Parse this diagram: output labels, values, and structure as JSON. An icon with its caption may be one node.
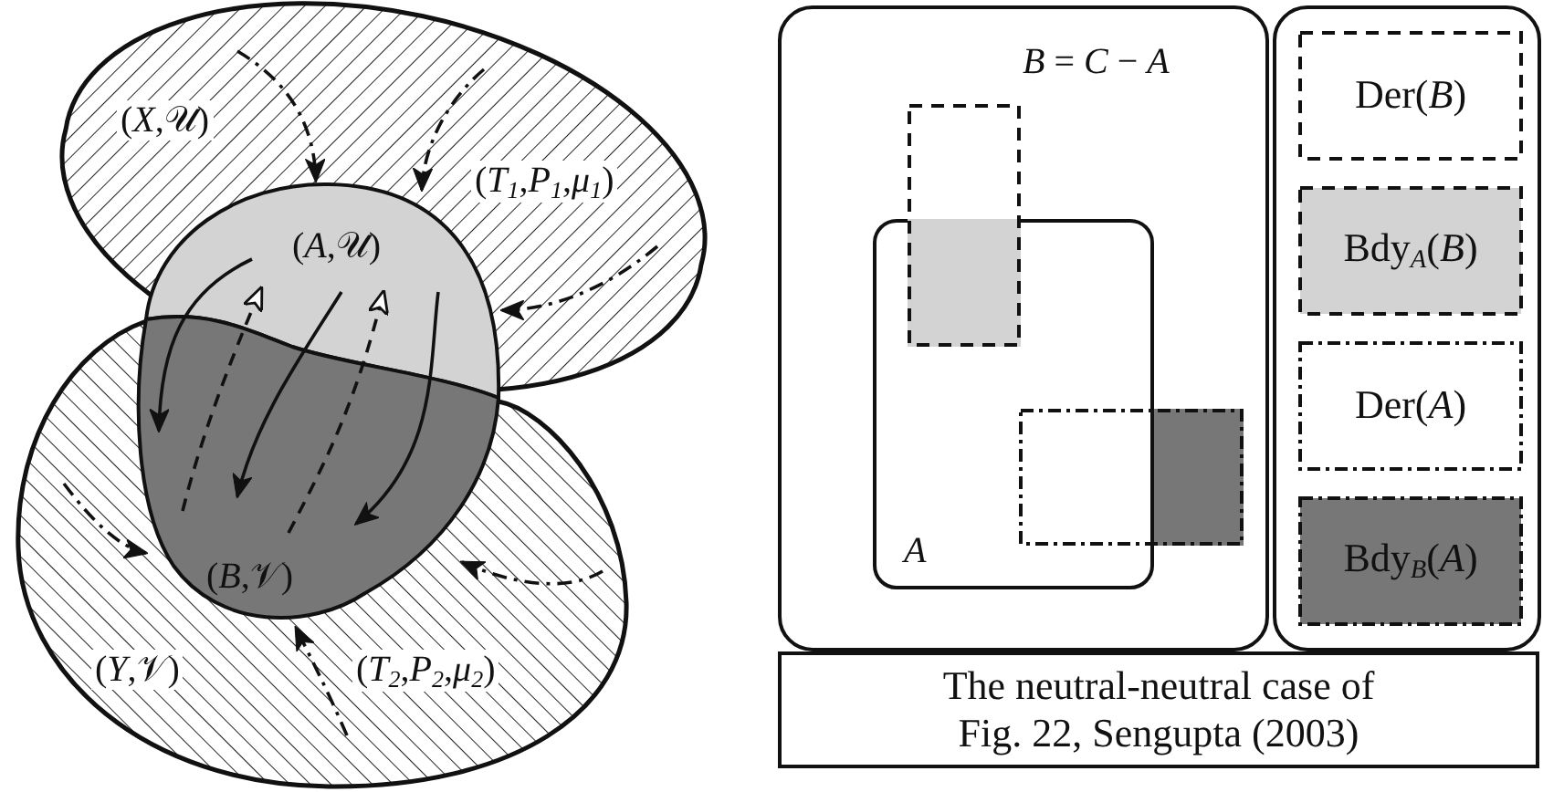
{
  "diagram": {
    "nodes": [
      {
        "text": [
          "(*X*,𝒰)",
          "(*T*$_{1}$,*P*$_{1}$,*μ*$_{1}$)"
        ]
      },
      {
        "text": [
          "(*A*,𝒰)"
        ],
        "in": 0
      },
      {
        "text": [
          "(*B*,𝒱)"
        ],
        "in": 3
      },
      {
        "text": [
          "(*Y*,𝒱)",
          "(*T*$_{2}$,*P*$_{2}$,*μ*$_{2}$)"
        ]
      },
      {
        "text": [
          "*B* = *C* − *A*"
        ]
      },
      {
        "text": [
          "A"
        ],
        "in": 4
      },
      {
        "text": [],
        "shape": "box",
        "in": 4
      },
      {
        "text": [],
        "shape": "box",
        "in": 4
      },
      {
        "text": [],
        "shape": "box"
      },
      {
        "text": [
          "Der(*B*)"
        ],
        "in": 8
      },
      {
        "text": [
          "Bdy$_{A}$(*B*)"
        ],
        "in": 8
      },
      {
        "text": [
          "Der(*A*)"
        ],
        "in": 8
      },
      {
        "text": [
          "Bdy$_{B}$(*A*)"
        ],
        "in": 8
      },
      {
        "text": [
          "The neutral-neutral case of Fig. 22, Sengupta (2003)"
        ]
      }
    ],
    "edges": [
      {
        "from": 0,
        "to": 1,
        "arrow": "to",
        "style": "dashed"
      },
      {
        "from": 0,
        "to": 1,
        "arrow": "to",
        "style": "dashed"
      },
      {
        "from": 0,
        "to": 1,
        "arrow": "to",
        "style": "dashed"
      },
      {
        "from": 3,
        "to": 2,
        "arrow": "to",
        "style": "dashed"
      },
      {
        "from": 3,
        "to": 2,
        "arrow": "to",
        "style": "dashed"
      },
      {
        "from": 3,
        "to": 2,
        "arrow": "to",
        "style": "dashed"
      },
      {
        "from": 1,
        "to": 2,
        "arrow": "to"
      },
      {
        "from": 1,
        "to": 2,
        "arrow": "to"
      },
      {
        "from": 1,
        "to": 2,
        "arrow": "to"
      },
      {
        "from": 2,
        "to": 1,
        "arrow": "to",
        "style": "dashed"
      },
      {
        "from": 2,
        "to": 1,
        "arrow": "to",
        "style": "dashed"
      }
    ]
  }
}
